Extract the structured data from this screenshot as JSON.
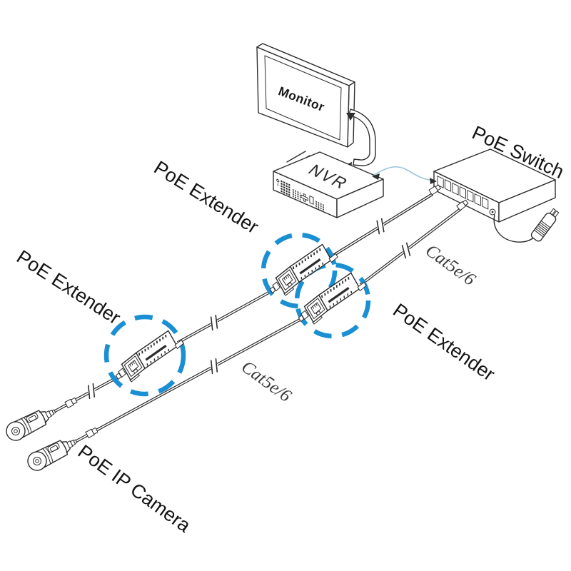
{
  "diagram": {
    "type": "network-topology-illustration",
    "labels": {
      "monitor": "Monitor",
      "nvr": "NVR",
      "poe_switch": "PoE Switch",
      "extender_top": "PoE Extender",
      "extender_left": "PoE Extender",
      "extender_right": "PoE Extender",
      "cat5e_upper": "Cat5e/6",
      "cat5e_lower": "Cat5e/6",
      "ip_camera": "PoE IP Camera"
    },
    "nodes": [
      {
        "id": "monitor",
        "label": "Monitor"
      },
      {
        "id": "nvr",
        "label": "NVR"
      },
      {
        "id": "poe-switch",
        "label": "PoE Switch"
      },
      {
        "id": "poe-extender-top",
        "label": "PoE Extender",
        "highlighted": true
      },
      {
        "id": "poe-extender-left",
        "label": "PoE Extender",
        "highlighted": true
      },
      {
        "id": "poe-extender-right",
        "label": "PoE Extender",
        "highlighted": true
      },
      {
        "id": "poe-ip-camera-1",
        "label": "PoE IP Camera"
      },
      {
        "id": "poe-ip-camera-2",
        "label": "PoE IP Camera"
      },
      {
        "id": "power-adapter",
        "label": ""
      }
    ],
    "connections": [
      {
        "from": "poe-ip-camera-1",
        "to": "poe-extender-left",
        "cable": "ethernet",
        "break_marks": 1
      },
      {
        "from": "poe-extender-left",
        "to": "poe-extender-top",
        "cable": "ethernet",
        "break_marks": 1
      },
      {
        "from": "poe-extender-top",
        "to": "poe-switch",
        "cable": "Cat5e/6",
        "break_marks": 1
      },
      {
        "from": "poe-ip-camera-2",
        "to": "poe-extender-right",
        "cable": "Cat5e/6",
        "break_marks": 1
      },
      {
        "from": "poe-extender-right",
        "to": "poe-switch",
        "cable": "Cat5e/6",
        "break_marks": 1
      },
      {
        "from": "nvr",
        "to": "poe-switch",
        "cable": "patch-cable-blue",
        "arrows": "both-ends"
      },
      {
        "from": "monitor",
        "to": "nvr",
        "cable": "mount-bracket",
        "arrows": "both-ends"
      },
      {
        "from": "power-adapter",
        "to": "poe-switch",
        "cable": "power-cord"
      }
    ],
    "colors": {
      "line_art": "#2d2d2d",
      "highlight_circle": "#1a8fd4",
      "nvr_switch_cable": "#9cc4d8",
      "background": "#ffffff"
    }
  }
}
